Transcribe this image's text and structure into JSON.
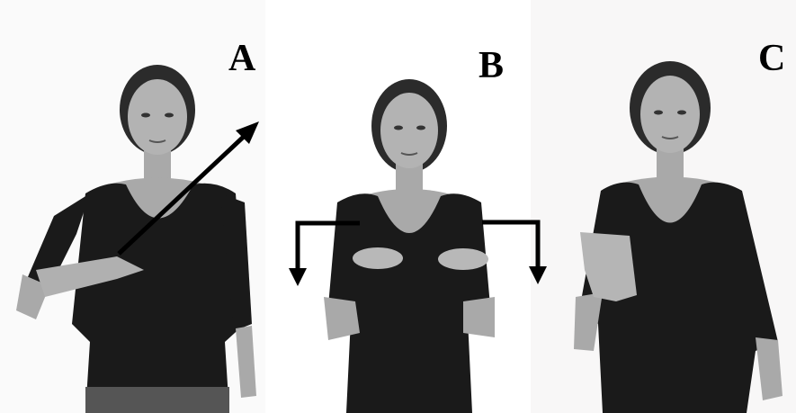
{
  "panels": [
    {
      "label": "A"
    },
    {
      "label": "B"
    },
    {
      "label": "C"
    }
  ],
  "colors": {
    "skin": "#a9a9a9",
    "shirt": "#1a1a1a",
    "hair": "#2b2b2b",
    "arrow": "#000000",
    "jeans": "#555555"
  },
  "icons": [
    "arrow-up-right-icon",
    "bent-arrow-down-left-icon",
    "bent-arrow-down-right-icon"
  ]
}
